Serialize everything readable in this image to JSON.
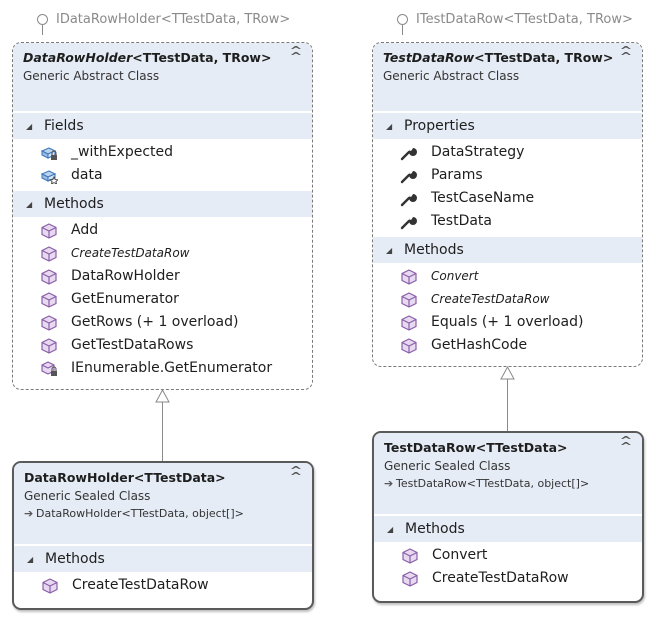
{
  "interfaces": {
    "left": "IDataRowHolder<TTestData, TRow>",
    "right": "ITestDataRow<TTestData, TRow>"
  },
  "classes": {
    "dataRowHolderAbstract": {
      "name": "DataRowHolder",
      "generic": "<TTestData, TRow>",
      "kind": "Generic Abstract Class",
      "fields_label": "Fields",
      "fields": [
        {
          "label": "_withExpected",
          "icon": "private-field-icon"
        },
        {
          "label": "data",
          "icon": "protected-field-icon"
        }
      ],
      "methods_label": "Methods",
      "methods": [
        {
          "label": "Add",
          "italic": false,
          "icon": "method-icon"
        },
        {
          "label": "CreateTestDataRow",
          "italic": true,
          "icon": "method-icon"
        },
        {
          "label": "DataRowHolder",
          "italic": false,
          "icon": "method-icon"
        },
        {
          "label": "GetEnumerator",
          "italic": false,
          "icon": "method-icon"
        },
        {
          "label": "GetRows (+ 1 overload)",
          "italic": false,
          "icon": "method-icon"
        },
        {
          "label": "GetTestDataRows",
          "italic": false,
          "icon": "method-icon"
        },
        {
          "label": "IEnumerable.GetEnumerator",
          "italic": false,
          "icon": "private-method-icon"
        }
      ]
    },
    "testDataRowAbstract": {
      "name": "TestDataRow",
      "generic": "<TTestData, TRow>",
      "kind": "Generic Abstract Class",
      "properties_label": "Properties",
      "properties": [
        {
          "label": "DataStrategy",
          "icon": "property-wrench-icon"
        },
        {
          "label": "Params",
          "icon": "property-wrench-icon"
        },
        {
          "label": "TestCaseName",
          "icon": "property-wrench-icon"
        },
        {
          "label": "TestData",
          "icon": "property-wrench-icon"
        }
      ],
      "methods_label": "Methods",
      "methods": [
        {
          "label": "Convert",
          "italic": true,
          "icon": "method-icon"
        },
        {
          "label": "CreateTestDataRow",
          "italic": true,
          "icon": "method-icon"
        },
        {
          "label": "Equals (+ 1 overload)",
          "italic": false,
          "icon": "method-icon"
        },
        {
          "label": "GetHashCode",
          "italic": false,
          "icon": "method-icon"
        }
      ]
    },
    "dataRowHolderSealed": {
      "name": "DataRowHolder",
      "generic": "<TTestData>",
      "kind": "Generic Sealed Class",
      "inherits": "DataRowHolder<TTestData, object[]>",
      "methods_label": "Methods",
      "methods": [
        {
          "label": "CreateTestDataRow",
          "italic": false,
          "icon": "method-icon"
        }
      ]
    },
    "testDataRowSealed": {
      "name": "TestDataRow",
      "generic": "<TTestData>",
      "kind": "Generic Sealed Class",
      "inherits": "TestDataRow<TTestData, object[]>",
      "methods_label": "Methods",
      "methods": [
        {
          "label": "Convert",
          "italic": false,
          "icon": "method-icon"
        },
        {
          "label": "CreateTestDataRow",
          "italic": false,
          "icon": "method-icon"
        }
      ]
    }
  },
  "colors": {
    "header_bg": "#e6ecf6",
    "method_icon": "#8a5fa8",
    "field_icon": "#3f7bbf"
  }
}
